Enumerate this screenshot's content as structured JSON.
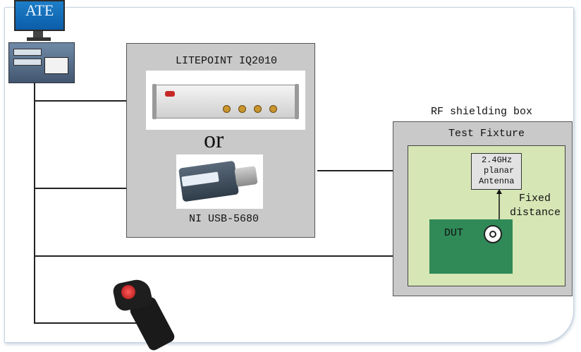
{
  "ate": {
    "label": "ATE"
  },
  "tester_box": {
    "title": "LITEPOINT IQ2010",
    "or_text": "or",
    "alt_instrument": "NI USB-5680"
  },
  "shielding_box": {
    "title": "RF shielding box",
    "fixture_title": "Test Fixture",
    "antenna_lines": [
      "2.4GHz",
      "planar",
      "Antenna"
    ],
    "distance_lines": [
      "Fixed",
      "distance"
    ],
    "dut_label": "DUT"
  },
  "colors": {
    "tester_fill": "#c9c9c9",
    "fixture_fill": "#d6e6b5",
    "dut_fill": "#2f8a57",
    "monitor_fill": "#1e7ec8"
  },
  "icons": [
    "monitor-icon",
    "computer-icon",
    "barcode-scanner-icon",
    "power-meter-icon",
    "signal-analyzer-icon",
    "rf-connector-icon"
  ]
}
